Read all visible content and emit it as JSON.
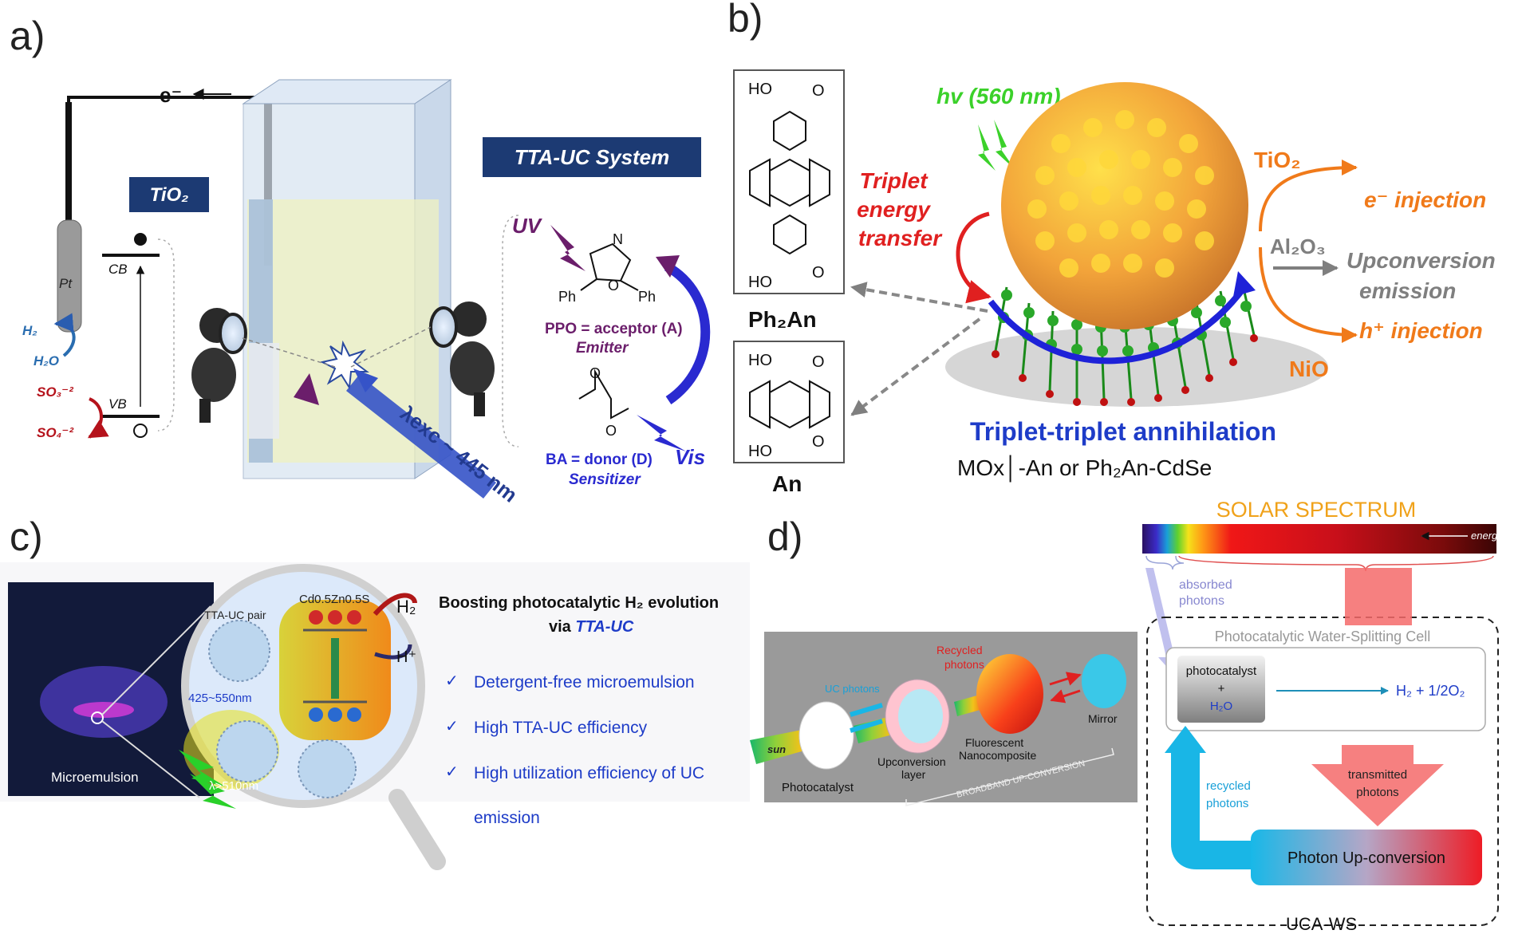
{
  "panel_a": {
    "label": "a)",
    "electron": "e⁻",
    "tio2_box": "TiO₂",
    "tta_box": "TTA-UC System",
    "pt": "Pt",
    "cb": "CB",
    "vb": "VB",
    "h2": "H₂",
    "h2o": "H₂O",
    "so3": "SO₃⁻²",
    "so4": "SO₄⁻²",
    "uv": "UV",
    "ph_left": "Ph",
    "ph_right": "Ph",
    "ppo_line1": "PPO = acceptor (A)",
    "ppo_line2": "Emitter",
    "ba_line1": "BA = donor (D)",
    "ba_line2": "Sensitizer",
    "vis": "Vis",
    "lambda_exc": "λexc ~ 445 nm"
  },
  "panel_b": {
    "label": "b)",
    "hv": "hv (560 nm)",
    "triplet_1": "Triplet",
    "triplet_2": "energy",
    "triplet_3": "transfer",
    "ho_top": "HO",
    "ho_bottom": "HO",
    "ph2an": "Ph₂An",
    "ho_an_top": "HO",
    "ho_an_bottom": "HO",
    "an": "An",
    "tio2": "TiO₂",
    "e_injection": "e⁻ injection",
    "al2o3": "Al₂O₃",
    "upconv_1": "Upconversion",
    "upconv_2": "emission",
    "h_injection": "h⁺ injection",
    "nio": "NiO",
    "tta": "Triplet-triplet annihilation",
    "mox": "MOx│-An or Ph₂An-CdSe"
  },
  "panel_c": {
    "label": "c)",
    "microemulsion": "Microemulsion",
    "tta_pair": "TTA-UC pair",
    "cdzns": "Cd0.5Zn0.5S",
    "h2": "H₂",
    "hplus": "H⁺",
    "range": "425~550nm",
    "lambda": "λ>510nm",
    "title_1": "Boosting photocatalytic H₂ evolution",
    "title_2_pre": "via ",
    "title_2_em": "TTA-UC",
    "bullets": [
      "Detergent-free microemulsion",
      "High TTA-UC efficiency",
      "High utilization efficiency of UC",
      "emission"
    ]
  },
  "panel_d": {
    "label": "d)",
    "solar": "SOLAR SPECTRUM",
    "energy": "energy",
    "absorbed_1": "absorbed",
    "absorbed_2": "photons",
    "cell_title": "Photocatalytic Water-Splitting Cell",
    "photocatalyst": "photocatalyst",
    "plus": "+",
    "h2o": "H₂O",
    "products": "H₂ + 1/2O₂",
    "recycled_1": "recycled",
    "recycled_2": "photons",
    "transmitted_1": "transmitted",
    "transmitted_2": "photons",
    "upconversion_box": "Photon Up-conversion",
    "uca": "UCA-WS",
    "recycled_photons_1": "Recycled",
    "recycled_photons_2": "photons",
    "uc_photons": "UC photons",
    "sun": "sun",
    "photocatalyst_label": "Photocatalyst",
    "upconv_layer_1": "Upconversion",
    "upconv_layer_2": "layer",
    "fluor_1": "Fluorescent",
    "fluor_2": "Nanocomposite",
    "mirror": "Mirror",
    "broadband": "BROADBAND UP-CONVERSION"
  }
}
